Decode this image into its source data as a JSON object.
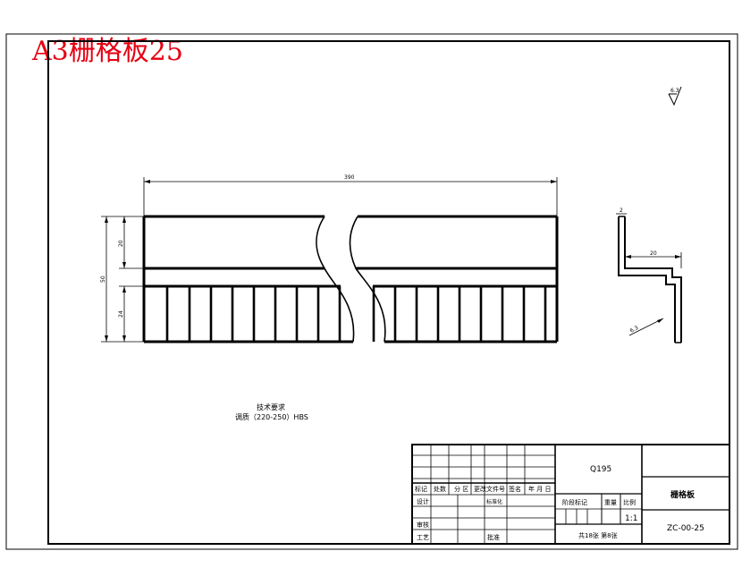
{
  "sheet": {
    "title": "A3栅格板25"
  },
  "tech_requirements": {
    "heading": "技术要求",
    "hardness": "调质（220-250）HBS"
  },
  "dimensions": {
    "overall_length": "390",
    "upper_band": "20",
    "lower_band": "24",
    "total_height": "50",
    "side_width": "20",
    "plate_thickness": "2",
    "surface_finish": "6.3"
  },
  "title_block": {
    "material": "Q195",
    "part_name": "栅格板",
    "drawing_no": "ZC-00-25",
    "scale": "1:1",
    "sheet_count": "共18张 第8张",
    "labels": {
      "mark": "标记",
      "count": "处数",
      "zone": "分 区",
      "change_doc": "更改文件号",
      "signature": "签名",
      "date": "年 月 日",
      "design": "设计",
      "standardize": "标准化",
      "review": "审核",
      "process": "工艺",
      "approve": "批准",
      "stage_mark": "阶段标记",
      "weight": "重量",
      "scale_label": "比例"
    }
  }
}
